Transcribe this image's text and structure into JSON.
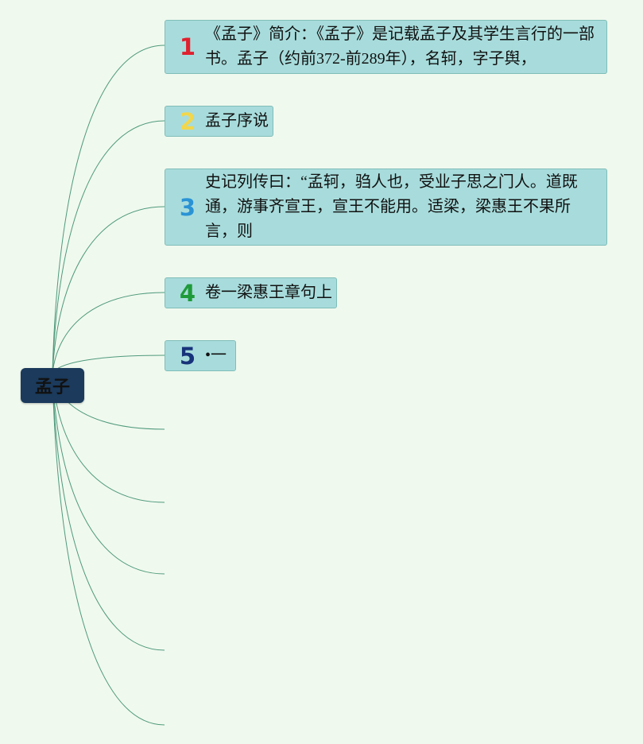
{
  "root": {
    "label": "孟子"
  },
  "branches": [
    {
      "number": "1",
      "number_color": "#e0202e",
      "text": "《孟子》简介：《孟子》是记载孟子及其学生言行的一部书。孟子（约前372-前289年），名轲，字子舆，"
    },
    {
      "number": "2",
      "number_color": "#f2d64b",
      "text": "孟子序说"
    },
    {
      "number": "3",
      "number_color": "#2a93d5",
      "text": "史记列传曰：“孟轲，驺人也，受业子思之门人。道既通，游事齐宣王，宣王不能用。适梁，梁惠王不果所言，则"
    },
    {
      "number": "4",
      "number_color": "#1f9a3a",
      "text": "卷一梁惠王章句上"
    },
    {
      "number": "5",
      "number_color": "#17337a",
      "text": "•一"
    }
  ],
  "colors": {
    "background": "#f0f9ee",
    "node_fill": "#a8dcdc",
    "root_fill": "#1b3a5c",
    "connector": "#4f9a7c"
  }
}
